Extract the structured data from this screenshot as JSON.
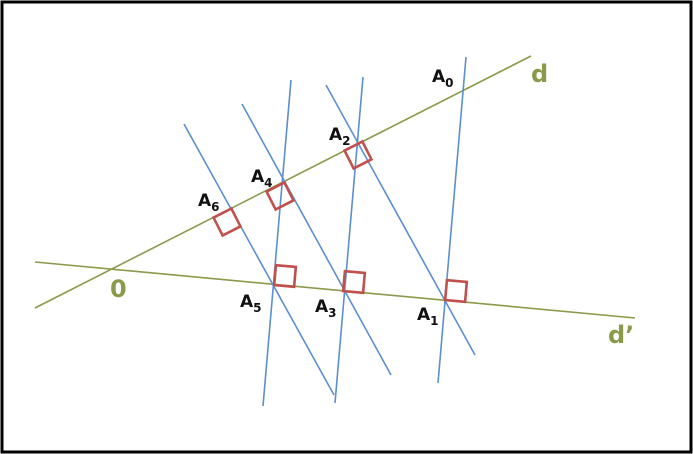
{
  "colors": {
    "line_d": "#8a9a4a",
    "perpendiculars": "#5b8fd0",
    "right_angle_marks": "#c0504d",
    "frame": "#000000"
  },
  "lines": {
    "d": "d",
    "d_prime": "d’",
    "origin": "0"
  },
  "points": [
    {
      "id": "A0",
      "letter": "A",
      "index": "0"
    },
    {
      "id": "A1",
      "letter": "A",
      "index": "1"
    },
    {
      "id": "A2",
      "letter": "A",
      "index": "2"
    },
    {
      "id": "A3",
      "letter": "A",
      "index": "3"
    },
    {
      "id": "A4",
      "letter": "A",
      "index": "4"
    },
    {
      "id": "A5",
      "letter": "A",
      "index": "5"
    },
    {
      "id": "A6",
      "letter": "A",
      "index": "6"
    }
  ]
}
